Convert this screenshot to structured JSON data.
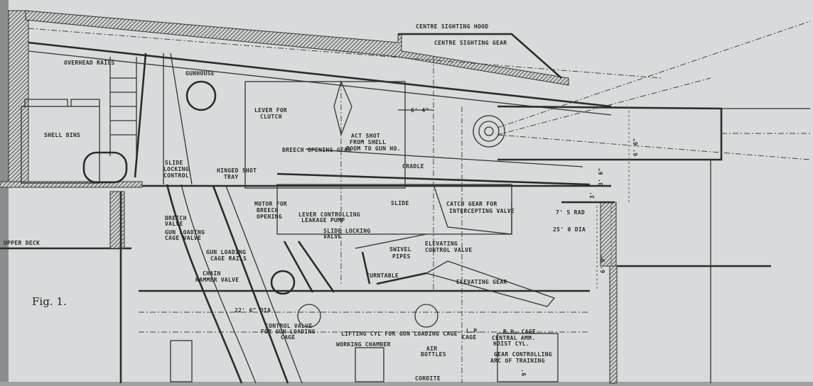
{
  "figure": {
    "caption": "Fig. 1.",
    "labels": {
      "centre_sighting_hood": "CENTRE SIGHTING HOOD",
      "centre_sighting_gear": "CENTRE SIGHTING GEAR",
      "overhead_rails": "OVERHEAD RAILS",
      "gunhouse": "GUNHOUSE",
      "shell_bins": "SHELL BINS",
      "lever_for_clutch_1": "LEVER FOR",
      "lever_for_clutch_2": "CLUTCH",
      "breech_opening_gear": "BREECH OPENING GEAR",
      "act_shot_1": "ACT SHOT",
      "act_shot_2": "FROM SHELL",
      "act_shot_3": "ROOM TO GUN HO.",
      "cradle": "CRADLE",
      "slide_locking_control_1": "SLIDE",
      "slide_locking_control_2": "LOCKING",
      "slide_locking_control_3": "CONTROL",
      "hinged_shot_tray_1": "HINGED SHOT",
      "hinged_shot_tray_2": "TRAY",
      "slide": "SLIDE",
      "catch_gear_1": "CATCH GEAR FOR",
      "catch_gear_2": "INTERCEPTING VALVE",
      "motor_breech_1": "MOTOR FOR",
      "motor_breech_2": "BREECH",
      "motor_breech_3": "OPENING",
      "lever_leakage_1": "LEVER CONTROLLING",
      "lever_leakage_2": "LEAKAGE PUMP",
      "breech_valve_1": "BREECH",
      "breech_valve_2": "VALVE",
      "gun_loading_cage_valve_1": "GUN LOADING",
      "gun_loading_cage_valve_2": "CAGE VALVE",
      "slide_locking_valve_1": "SLIDE LOCKING",
      "slide_locking_valve_2": "VALVE",
      "gun_loading_cage_rails_1": "GUN LOADING",
      "gun_loading_cage_rails_2": "CAGE RAILS",
      "swivel_pipes_1": "SWIVEL",
      "swivel_pipes_2": "PIPES",
      "elevating_control_valve_1": "ELEVATING",
      "elevating_control_valve_2": "CONTROL VALVE",
      "turntable": "TURNTABLE",
      "chain_rammer_valve_1": "CHAIN",
      "chain_rammer_valve_2": "RAMMER VALVE",
      "elevating_gear": "ELEVATING GEAR",
      "upper_deck": "UPPER DECK",
      "control_valve_1": "CONTROL VALVE",
      "control_valve_2": "FOR GUN LOADING",
      "control_valve_3": "CAGE",
      "lifting_cyl": "LIFTING CYL FOR GUN LOADING CAGE",
      "working_chamber": "WORKING CHAMBER",
      "air_bottles_1": "AIR",
      "air_bottles_2": "BOTTLES",
      "cordite": "CORDITE",
      "lp_cage_1": "L.P.",
      "lp_cage_2": "CAGE",
      "rh_cage": "R.H. CAGE",
      "central_amm_1": "CENTRAL AMM.",
      "central_amm_2": "HOIST CYL.",
      "gear_arc_1": "GEAR CONTROLLING",
      "gear_arc_2": "ARC OF TRAINING"
    },
    "dimensions": {
      "d_6_4": "6' 4\"",
      "d_6_6": "6' 6\"",
      "d_3_6": "3' 6\"",
      "d_6_9": "6' 9\"",
      "d_3": "3'",
      "d_22_6": "22' 6\" DIA",
      "d_rad": "7' 5 RAD",
      "d_dia": "25' 0 DIA",
      "d_9": "9'"
    }
  }
}
